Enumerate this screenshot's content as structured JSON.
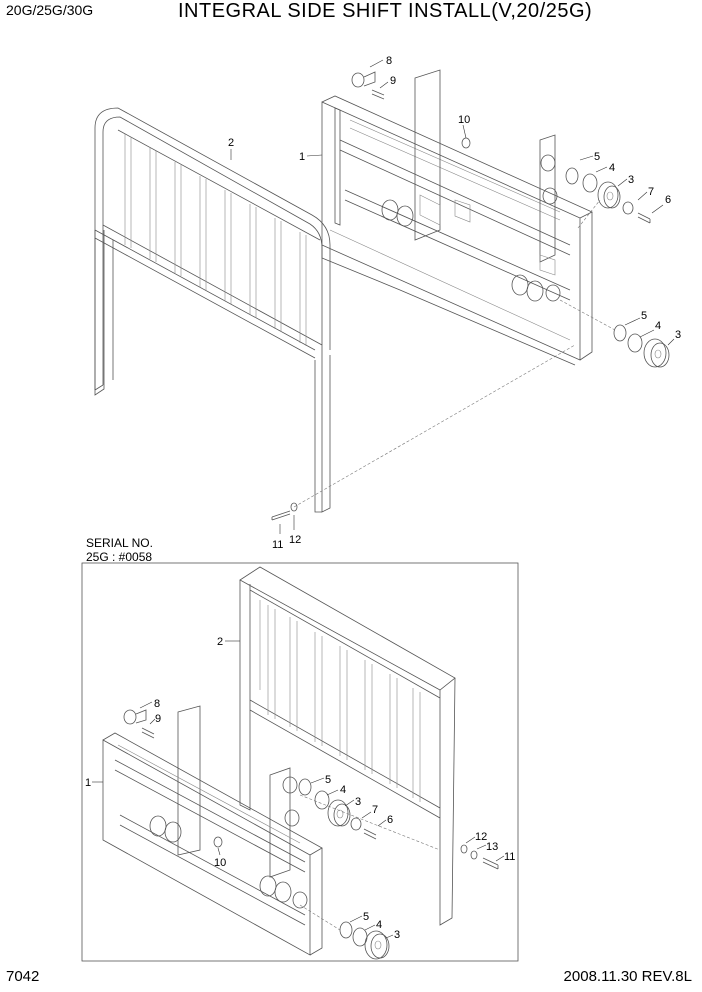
{
  "header": {
    "model": "20G/25G/30G",
    "title": "INTEGRAL SIDE SHIFT INSTALL(V,20/25G)"
  },
  "serial_note": {
    "line1": "SERIAL NO.",
    "line2": "25G : #0058"
  },
  "footer": {
    "page_number": "7042",
    "date_revision": "2008.11.30  REV.8L"
  },
  "upper_view": {
    "callouts": [
      "1",
      "2",
      "3",
      "3",
      "4",
      "4",
      "5",
      "5",
      "6",
      "7",
      "8",
      "9",
      "10",
      "11",
      "12"
    ]
  },
  "lower_view": {
    "callouts": [
      "1",
      "2",
      "3",
      "3",
      "4",
      "4",
      "5",
      "5",
      "6",
      "7",
      "8",
      "9",
      "10",
      "11",
      "12",
      "13"
    ]
  }
}
